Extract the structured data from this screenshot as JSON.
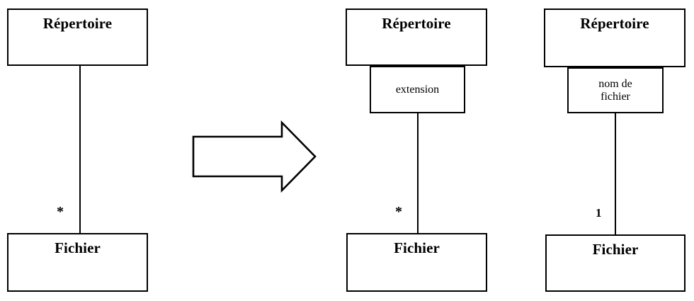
{
  "diagram": {
    "type": "uml-class-association-refinement",
    "background_color": "#ffffff",
    "line_color": "#000000",
    "groups": [
      {
        "id": "before",
        "parent_class": "Répertoire",
        "child_class": "Fichier",
        "association_label": null,
        "multiplicity": "*"
      },
      {
        "id": "after-extension",
        "parent_class": "Répertoire",
        "child_class": "Fichier",
        "association_label": "extension",
        "multiplicity": "*"
      },
      {
        "id": "after-nom-de-fichier",
        "parent_class": "Répertoire",
        "child_class": "Fichier",
        "association_label": "nom de\nfichier",
        "association_label_line1": "nom de",
        "association_label_line2": "fichier",
        "multiplicity": "1"
      }
    ],
    "transform_arrow": {
      "name": "block-arrow-right",
      "direction": "right"
    }
  }
}
